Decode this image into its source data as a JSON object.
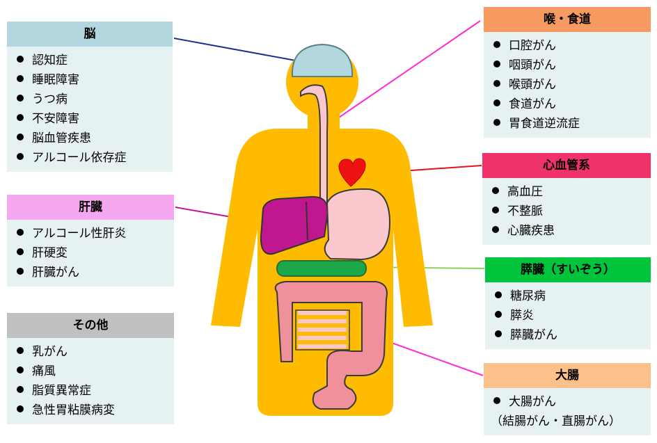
{
  "brain": {
    "title": "脳",
    "items": [
      "認知症",
      "睡眠障害",
      "うつ病",
      "不安障害",
      "脳血管疾患",
      "アルコール依存症"
    ]
  },
  "liver": {
    "title": "肝臓",
    "items": [
      "アルコール性肝炎",
      "肝硬変",
      "肝臓がん"
    ]
  },
  "other": {
    "title": "その他",
    "items": [
      "乳がん",
      "痛風",
      "脂質異常症",
      "急性胃粘膜病変"
    ]
  },
  "throat": {
    "title": "喉・食道",
    "items": [
      "口腔がん",
      "咽頭がん",
      "喉頭がん",
      "食道がん",
      "胃食道逆流症"
    ]
  },
  "heart": {
    "title": "心血管系",
    "items": [
      "高血圧",
      "不整脈",
      "心臓疾患"
    ]
  },
  "pancreas": {
    "title": "膵臓（すいぞう）",
    "items": [
      "糖尿病",
      "膵炎",
      "膵臓がん"
    ]
  },
  "colon": {
    "title": "大腸",
    "items": [
      "大腸がん"
    ],
    "note": "（結腸がん・直腸がん）"
  },
  "colors": {
    "brain_header": "#b3d7de",
    "liver_header": "#f5a8f0",
    "other_header": "#c0c0c0",
    "throat_header": "#f79a62",
    "heart_header": "#f0326a",
    "pancreas_header": "#00c43b",
    "colon_header": "#fcc08a",
    "box_body": "#e6f1f2",
    "body_silhouette": "#ffbb00"
  }
}
